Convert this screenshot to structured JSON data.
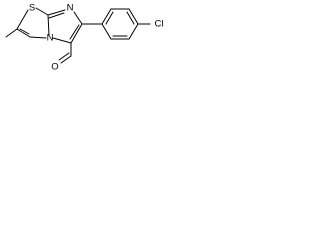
{
  "molecule": {
    "atoms": {
      "sulfur": "S",
      "ring_nitrogen": "N",
      "bridge_nitrogen": "N",
      "chlorine": "Cl",
      "aldehyde_oxygen": "O"
    },
    "colors": {
      "bond": "#000000",
      "label": "#000000",
      "background": "#ffffff"
    }
  }
}
